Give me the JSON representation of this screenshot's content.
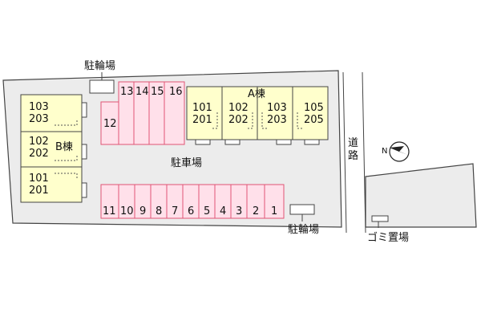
{
  "labels": {
    "bicycle_top": "駐輪場",
    "bicycle_bottom": "駐輪場",
    "parking": "駐車場",
    "road_1": "道",
    "road_2": "路",
    "garbage": "ゴミ置場",
    "building_a": "A棟",
    "building_b": "B棟"
  },
  "building_a_units": [
    {
      "upper": "101",
      "lower": "201"
    },
    {
      "upper": "102",
      "lower": "202"
    },
    {
      "upper": "103",
      "lower": "203"
    },
    {
      "upper": "105",
      "lower": "205"
    }
  ],
  "building_b_units": [
    {
      "upper": "103",
      "lower": "203"
    },
    {
      "upper": "102",
      "lower": "202"
    },
    {
      "upper": "101",
      "lower": "201"
    }
  ],
  "parking_top": [
    "13",
    "14",
    "15",
    "16"
  ],
  "parking_side": "12",
  "parking_bottom": [
    "11",
    "10",
    "9",
    "8",
    "7",
    "6",
    "5",
    "4",
    "3",
    "2",
    "1"
  ],
  "compass_letter": "N",
  "colors": {
    "building_fill": "#ffffcc",
    "parking_fill": "#ffe0ea",
    "parking_stroke": "#e05575",
    "lot_fill": "#ececec",
    "line": "#444444"
  }
}
